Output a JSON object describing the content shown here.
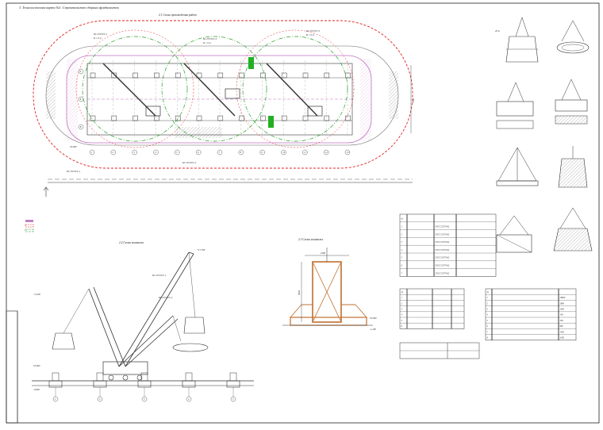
{
  "sheet_title": "3. Технологическая карта №1. Строительство сборных фундаментов",
  "plan": {
    "title": "2.1 Схема производства работ",
    "crane_labels": [
      {
        "name": "КС-55729 Г-1",
        "reach": "R = 9 м"
      },
      {
        "name": "КС-55729 Г-2",
        "reach": "R = 9 м"
      },
      {
        "name": "КС-55729 Г-3",
        "reach": "R = 9 м"
      }
    ],
    "level_zero": "±0.000",
    "bottom_labels": [
      "КС-55729 Г-1",
      "КС-55729 Г-2"
    ],
    "axis_numbers": [
      "1",
      "2",
      "3",
      "4",
      "5",
      "6",
      "7",
      "8",
      "9",
      "10",
      "11",
      "12",
      "13"
    ],
    "row_letters": [
      "А",
      "Б",
      "В"
    ],
    "dim_height": "7200",
    "entry_note": "",
    "road_note": ""
  },
  "legend": {
    "title": "",
    "items": [
      {
        "color": "#c080c0",
        "text": ""
      },
      {
        "color": "#e02020",
        "text": ""
      },
      {
        "color": "#2aa02a",
        "text": ""
      }
    ]
  },
  "elev1": {
    "title": "2.2 Схема монтажа",
    "crane_tag_1": "КС-55729 Г-1",
    "crane_tag_2": "КС-55729 Г-2",
    "level_a": "+4.500",
    "level_b": "±0.000",
    "level_c": "-0.600",
    "level_top": "+17.700",
    "axis_numbers": [
      "1",
      "2",
      "3",
      "4",
      "5"
    ]
  },
  "elev2": {
    "title": "2.3 Схема монтажа",
    "dim_a": "2300",
    "dim_b": "3800",
    "level_a": "±0.000",
    "level_b": "-1.200",
    "tag_1": "",
    "tag_2": ""
  },
  "slinging": {
    "captions": [
      "",
      "",
      "",
      "",
      "",
      "",
      "",
      ""
    ],
    "weights": [
      "20 т",
      "",
      "",
      "",
      "",
      ""
    ]
  },
  "table_main": {
    "title": "",
    "headers": [
      "№",
      "",
      "",
      ""
    ],
    "rows": [
      [
        "1",
        "",
        "ГОСТ 25573-82",
        ""
      ],
      [
        "2",
        "",
        "ГОСТ 25573-82",
        ""
      ],
      [
        "3",
        "",
        "ГОСТ 25573-82",
        ""
      ],
      [
        "4",
        "",
        "ГОСТ 25573-82",
        ""
      ],
      [
        "5",
        "",
        "ГОСТ 25573-82",
        ""
      ],
      [
        "6",
        "",
        "ГОСТ 25573-82",
        ""
      ],
      [
        "7",
        "",
        "ГОСТ 25573-82",
        ""
      ]
    ]
  },
  "table_tools": {
    "title": "",
    "headers": [
      "№",
      "",
      "",
      ""
    ],
    "rows": [
      [
        "1",
        "",
        "",
        ""
      ],
      [
        "2",
        "",
        "",
        ""
      ],
      [
        "3",
        "",
        "",
        ""
      ],
      [
        "4",
        "",
        "",
        ""
      ],
      [
        "5",
        "",
        "",
        ""
      ],
      [
        "6",
        "",
        "",
        ""
      ]
    ],
    "footnote": ""
  },
  "table_materials": {
    "title": "",
    "headers": [
      "№",
      "",
      ""
    ],
    "rows": [
      [
        "1",
        "",
        "28000"
      ],
      [
        "2",
        "",
        "2800"
      ],
      [
        "3",
        "",
        "1400"
      ],
      [
        "4",
        "",
        "100"
      ],
      [
        "5",
        "",
        "300"
      ],
      [
        "6",
        "",
        "800"
      ],
      [
        "7",
        "",
        "1400"
      ],
      [
        "8",
        "",
        "4200"
      ]
    ]
  },
  "table_tech": {
    "rows": [
      [
        "",
        ""
      ],
      [
        "",
        ""
      ]
    ]
  },
  "notes_bottom_right": {
    "title": "",
    "lines": [
      "",
      "",
      "",
      "",
      ""
    ]
  },
  "notes_center": {
    "title": "",
    "lines": [
      "",
      "",
      "",
      "",
      "",
      "",
      "",
      ""
    ]
  }
}
